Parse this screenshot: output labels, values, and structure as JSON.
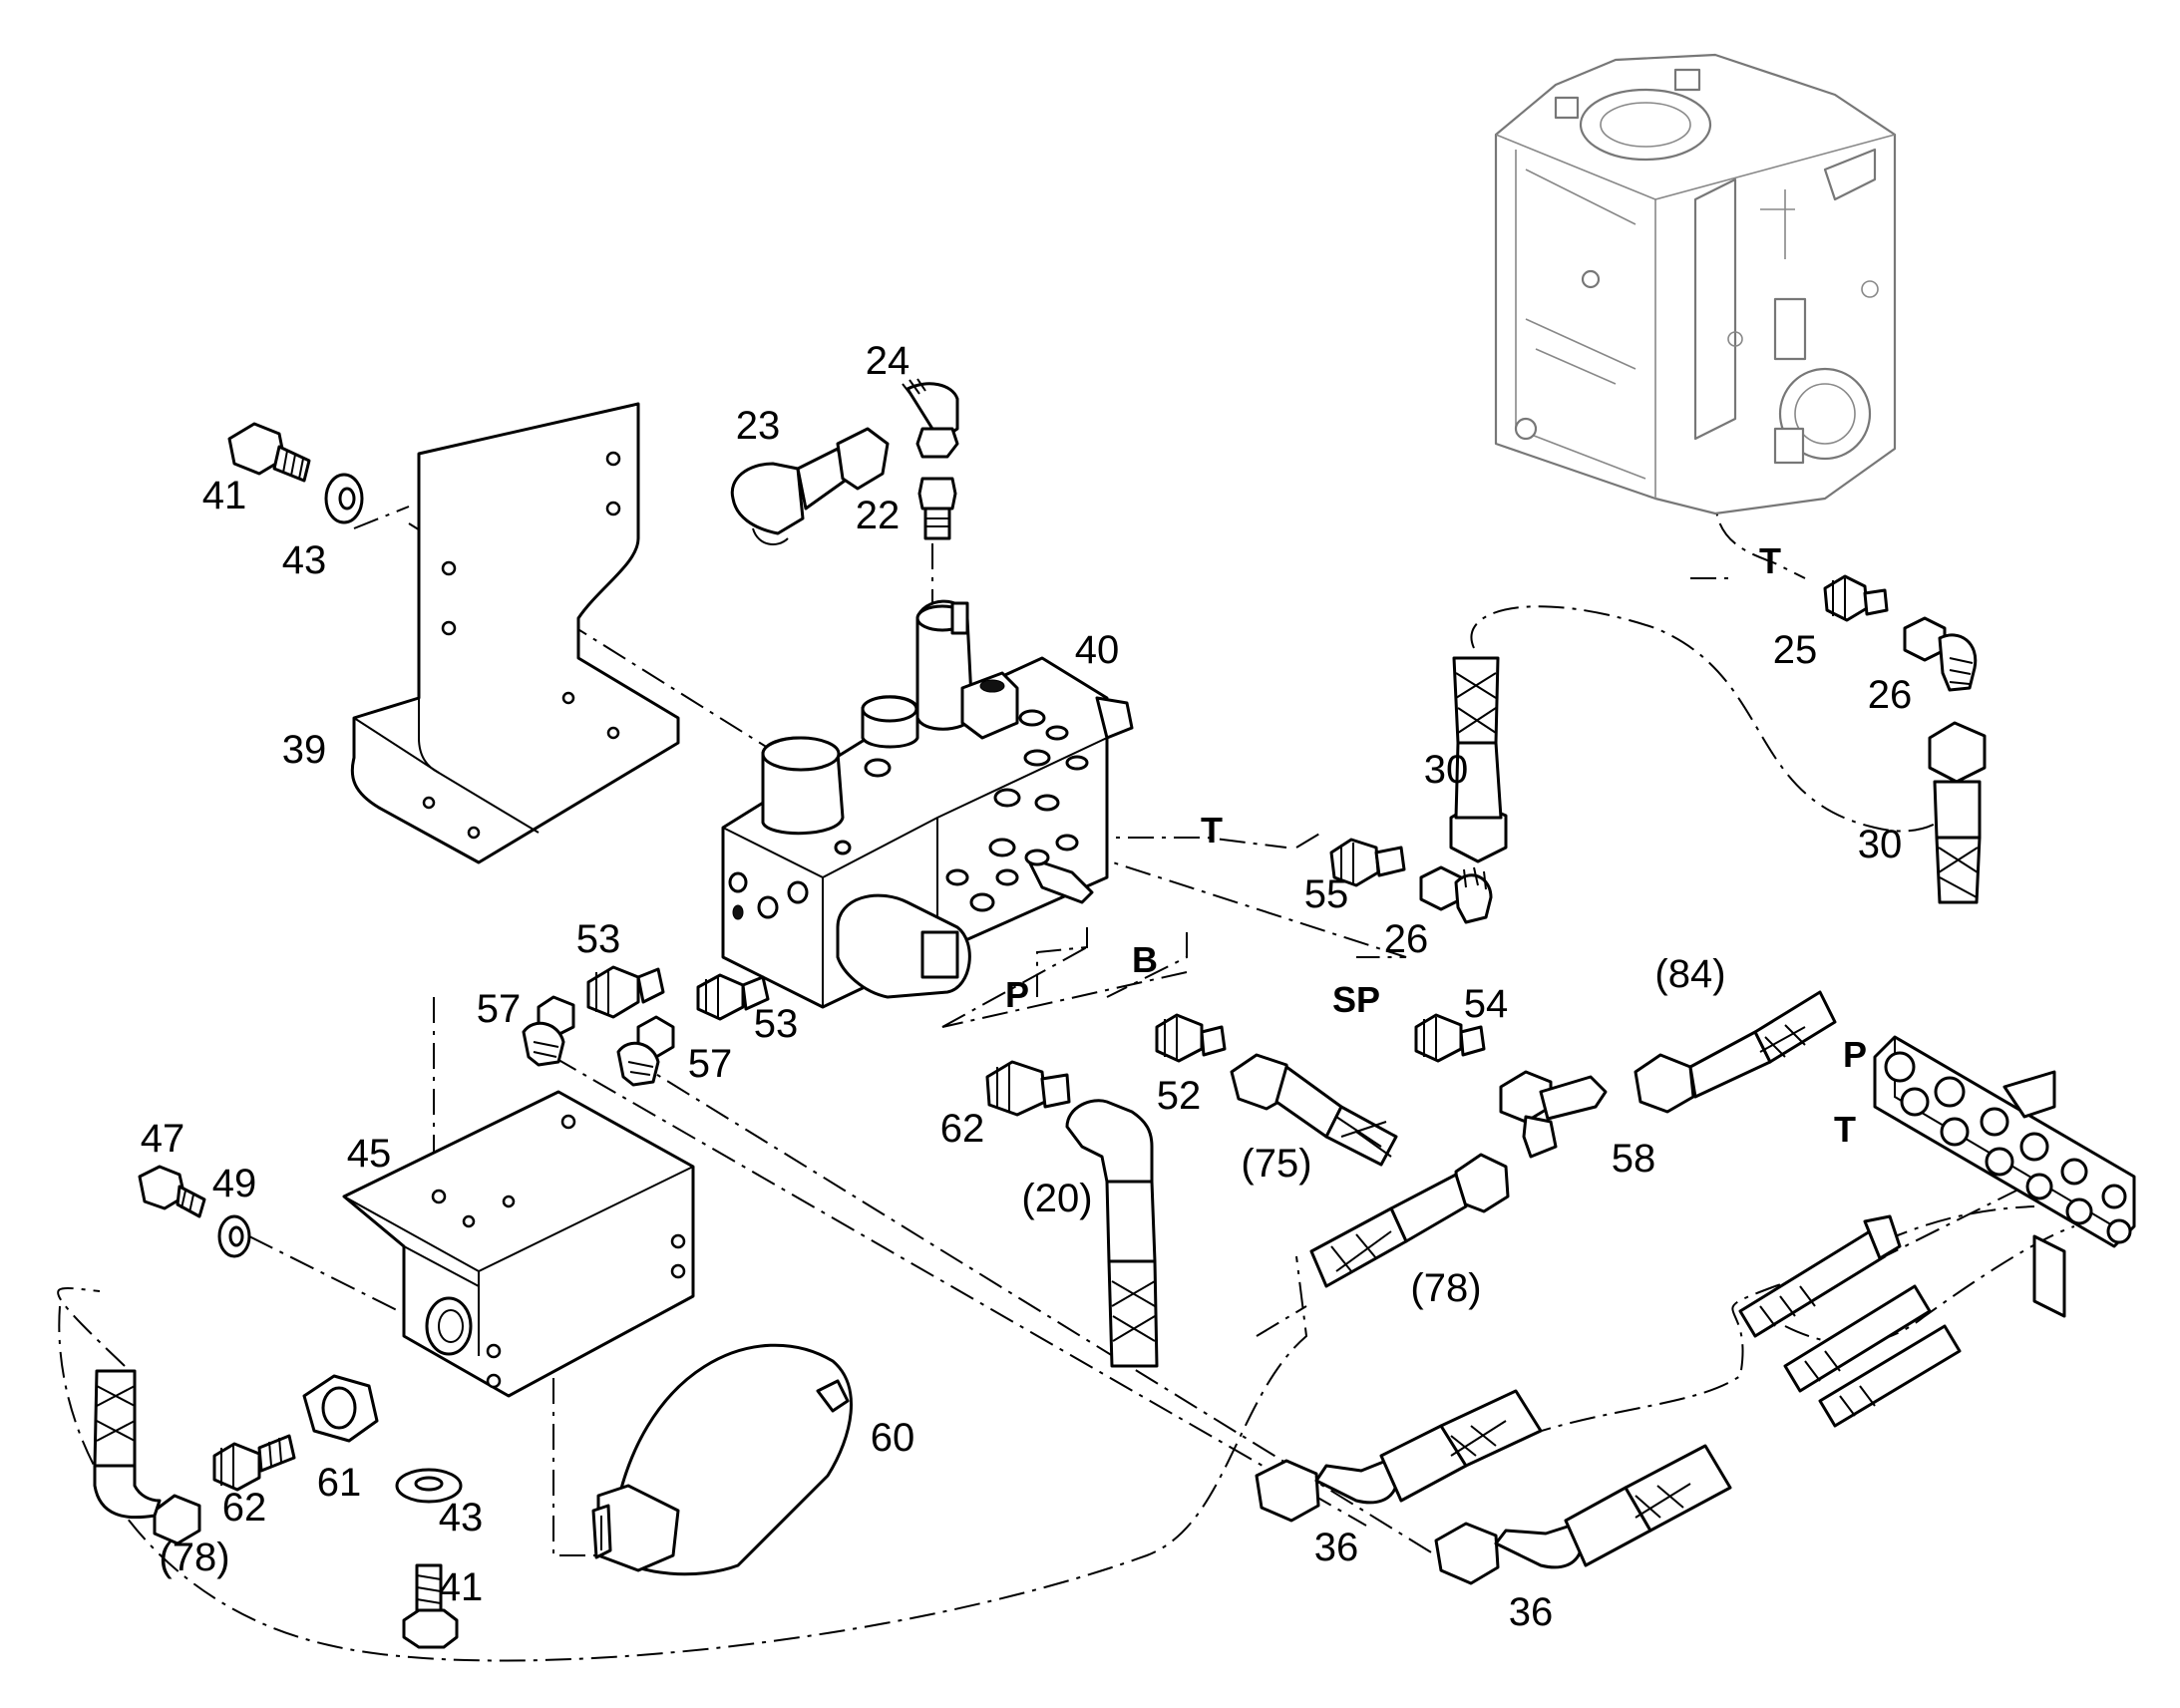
{
  "part_labels": [
    {
      "id": "p41a",
      "text": "41"
    },
    {
      "id": "p43a",
      "text": "43"
    },
    {
      "id": "p39",
      "text": "39"
    },
    {
      "id": "p23",
      "text": "23"
    },
    {
      "id": "p24",
      "text": "24"
    },
    {
      "id": "p22",
      "text": "22"
    },
    {
      "id": "p40",
      "text": "40"
    },
    {
      "id": "p53a",
      "text": "53"
    },
    {
      "id": "p53b",
      "text": "53"
    },
    {
      "id": "p57a",
      "text": "57"
    },
    {
      "id": "p57b",
      "text": "57"
    },
    {
      "id": "p62a",
      "text": "62"
    },
    {
      "id": "p20",
      "text": "(20)"
    },
    {
      "id": "p52",
      "text": "52"
    },
    {
      "id": "p75",
      "text": "(75)"
    },
    {
      "id": "p55",
      "text": "55"
    },
    {
      "id": "p26a",
      "text": "26"
    },
    {
      "id": "p30a",
      "text": "30"
    },
    {
      "id": "p54",
      "text": "54"
    },
    {
      "id": "p84",
      "text": "(84)"
    },
    {
      "id": "p58",
      "text": "58"
    },
    {
      "id": "p78a",
      "text": "(78)"
    },
    {
      "id": "p25",
      "text": "25"
    },
    {
      "id": "p26b",
      "text": "26"
    },
    {
      "id": "p30b",
      "text": "30"
    },
    {
      "id": "p47",
      "text": "47"
    },
    {
      "id": "p49",
      "text": "49"
    },
    {
      "id": "p45",
      "text": "45"
    },
    {
      "id": "p62b",
      "text": "62"
    },
    {
      "id": "p61",
      "text": "61"
    },
    {
      "id": "p78b",
      "text": "(78)"
    },
    {
      "id": "p43b",
      "text": "43"
    },
    {
      "id": "p41b",
      "text": "41"
    },
    {
      "id": "p60",
      "text": "60"
    },
    {
      "id": "p36a",
      "text": "36"
    },
    {
      "id": "p36b",
      "text": "36"
    }
  ],
  "port_labels": [
    {
      "id": "T1",
      "text": "T"
    },
    {
      "id": "T2",
      "text": "T"
    },
    {
      "id": "B",
      "text": "B"
    },
    {
      "id": "P1",
      "text": "P"
    },
    {
      "id": "SP",
      "text": "SP"
    },
    {
      "id": "P2",
      "text": "P"
    },
    {
      "id": "T3",
      "text": "T"
    }
  ]
}
